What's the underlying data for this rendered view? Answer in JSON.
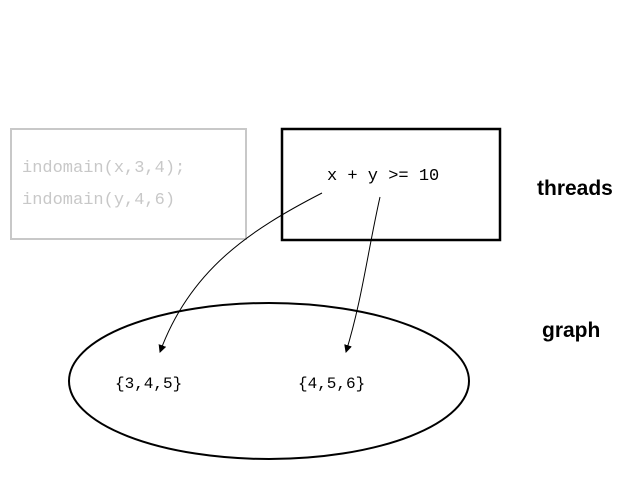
{
  "store_box": {
    "lines": [
      "indomain(x,3,4);",
      "indomain(y,4,6)"
    ]
  },
  "constraint_box": {
    "expression": "x + y >= 10"
  },
  "graph": {
    "left_set": "{3,4,5}",
    "right_set": "{4,5,6}"
  },
  "labels": {
    "threads": "threads",
    "graph": "graph"
  },
  "colors": {
    "faded": "#c8c8c8",
    "ink": "#000000"
  }
}
